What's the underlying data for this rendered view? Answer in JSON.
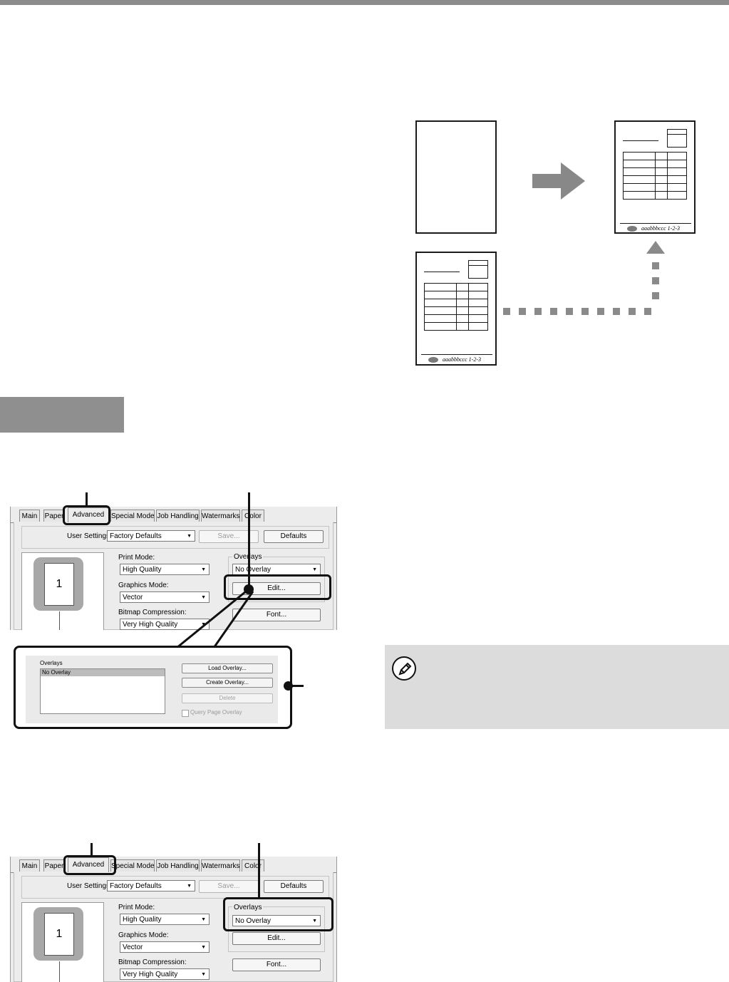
{
  "illustration": {
    "footer_text": "aaabbbccc 1-2-3"
  },
  "dialog": {
    "tabs": [
      "Main",
      "Paper",
      "Advanced",
      "Special Modes",
      "Job Handling",
      "Watermarks",
      "Color"
    ],
    "active_tab": "Advanced",
    "user_settings_label": "User Settings:",
    "user_settings_value": "Factory Defaults",
    "save_label": "Save...",
    "defaults_label": "Defaults",
    "print_mode_label": "Print Mode:",
    "print_mode_value": "High Quality",
    "graphics_mode_label": "Graphics Mode:",
    "graphics_mode_value": "Vector",
    "bitmap_label": "Bitmap Compression:",
    "bitmap_value": "Very High Quality",
    "overlays_label": "Overlays",
    "overlays_value": "No Overlay",
    "edit_label": "Edit...",
    "font_label": "Font...",
    "preview_page_number": "1"
  },
  "overlays_popup": {
    "title": "Overlays",
    "selected_item": "No Overlay",
    "load_overlay": "Load Overlay...",
    "create_overlay": "Create Overlay...",
    "delete": "Delete",
    "query_page_overlay": "Query Page Overlay"
  },
  "icons": {
    "note": "pencil-icon"
  },
  "colors": {
    "top_bar": "#8c8c8c",
    "section_tab": "#8f8f8f",
    "note_background": "#dcdcdc",
    "arrow": "#888888"
  }
}
